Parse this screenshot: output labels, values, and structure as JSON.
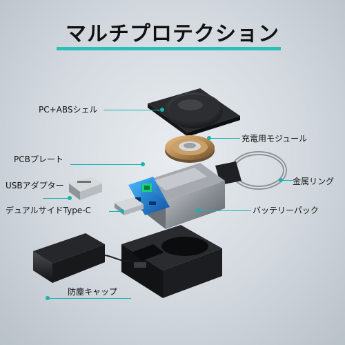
{
  "title": "マルチプロテクション",
  "labels": {
    "shell": "PC+ABSシェル",
    "charging_module": "充電用モジュール",
    "pcb_plate": "PCBプレート",
    "metal_ring": "金属リング",
    "usb_adapter": "USBアダプター",
    "dual_side_typec": "デュアルサイドType-C",
    "battery_pack": "バッテリーパック",
    "dust_cap": "防塵キャップ"
  },
  "colors": {
    "accent": "#16b3b0",
    "title_bar": "#2bbfb9",
    "background": "#d2d8de"
  }
}
